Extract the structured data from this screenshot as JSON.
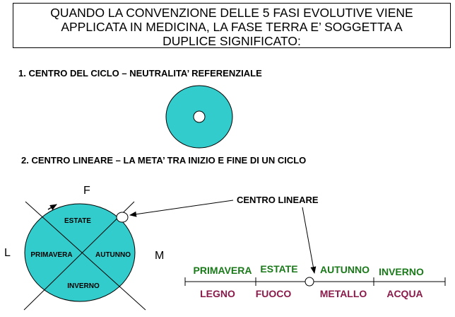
{
  "title": {
    "line1": "QUANDO LA CONVENZIONE DELLE 5 FASI EVOLUTIVE VIENE",
    "line2": "APPLICATA IN MEDICINA, LA FASE TERRA E’ SOGGETTA A",
    "line3": "DUPLICE SIGNIFICATO:"
  },
  "section1": {
    "heading": "1.  CENTRO DEL CICLO – NEUTRALITA’ REFERENZIALE"
  },
  "section2": {
    "heading": "2.  CENTRO LINEARE – LA META’ TRA INIZIO E FINE DI UN CICLO"
  },
  "cycle": {
    "top": "F",
    "left": "L",
    "right": "M",
    "quadrants": {
      "top": "ESTATE",
      "left": "PRIMAVERA",
      "right": "AUTUNNO",
      "bottom": "INVERNO"
    }
  },
  "callout": "CENTRO LINEARE",
  "timeline": {
    "seasons": [
      "PRIMAVERA",
      "ESTATE",
      "AUTUNNO",
      "INVERNO"
    ],
    "elements": [
      "LEGNO",
      "FUOCO",
      "METALLO",
      "ACQUA"
    ]
  },
  "colors": {
    "teal": "#33cccc",
    "green": "#1a7a1a",
    "maroon": "#8a1a4a"
  }
}
